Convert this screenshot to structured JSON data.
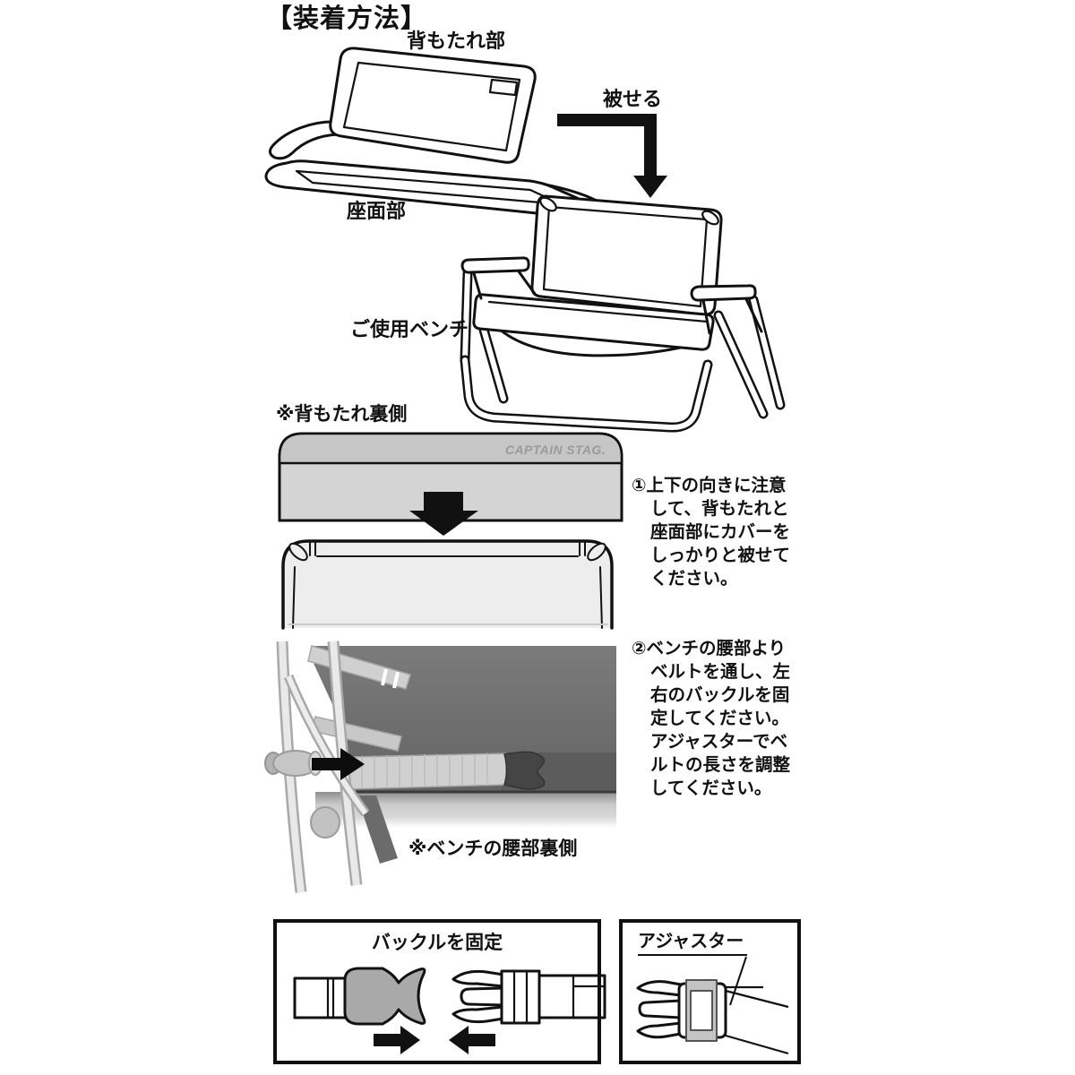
{
  "title": "【装着方法】",
  "top_diagram": {
    "backrest_label": "背もたれ部",
    "seat_label": "座面部",
    "action_label": "被せる",
    "bench_label": "ご使用ベンチ"
  },
  "back_view": {
    "label": "※背もたれ裏側",
    "logo": "CAPTAIN STAG."
  },
  "steps": [
    {
      "lines": [
        "①上下の向きに注意",
        "して、背もたれと",
        "座面部にカバーを",
        "しっかりと被せて",
        "ください。"
      ]
    },
    {
      "lines": [
        "②ベンチの腰部より",
        "ベルトを通し、左",
        "右のバックルを固",
        "定してください。",
        "アジャスターでベ",
        "ルトの長さを調整",
        "してください。"
      ]
    }
  ],
  "photo": {
    "label": "※ベンチの腰部裏側"
  },
  "buckle_box": {
    "label": "バックルを固定"
  },
  "adjuster_box": {
    "label": "アジャスター"
  },
  "icons": {
    "cover_arrow": "elbow-down-arrow",
    "insert_arrow": "down-arrow",
    "belt_arrow": "right-arrow",
    "fasten_arrows": "converging-arrows"
  },
  "colors": {
    "ink": "#111111",
    "cover_band_gray": "#c6c6c6",
    "cover_body_gray": "#d4d4d4",
    "logo_gray": "#9a9a9a",
    "frame_fill": "#ededed",
    "photo_fabric": "#6f6f6f",
    "photo_belt": "#d0d0d0",
    "photo_buckle": "#454545",
    "buckle_gray": "#a9a9a9"
  }
}
